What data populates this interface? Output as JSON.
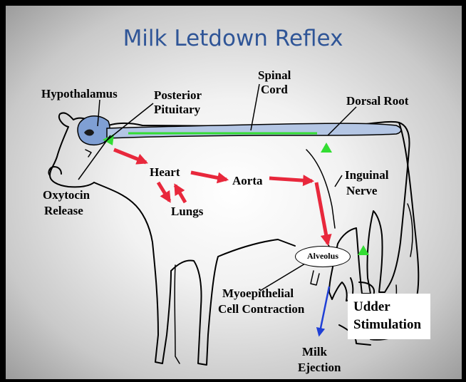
{
  "title": "Milk Letdown Reflex",
  "labels": {
    "hypothalamus": "Hypothalamus",
    "posterior_pituitary_1": "Posterior",
    "posterior_pituitary_2": "Pituitary",
    "spinal_cord_1": "Spinal",
    "spinal_cord_2": "Cord",
    "dorsal_root": "Dorsal Root",
    "heart": "Heart",
    "aorta": "Aorta",
    "lungs": "Lungs",
    "inguinal_nerve_1": "Inguinal",
    "inguinal_nerve_2": "Nerve",
    "oxytocin_release_1": "Oxytocin",
    "oxytocin_release_2": "Release",
    "alveolus": "Alveolus",
    "myoepithelial_1": "Myoepithelial",
    "myoepithelial_2": "Cell Contraction",
    "udder_stimulation_1": "Udder",
    "udder_stimulation_2": "Stimulation",
    "milk_ejection_1": "Milk",
    "milk_ejection_2": "Ejection"
  },
  "colors": {
    "title": "#2f5597",
    "red_arrow": "#e8283c",
    "green_arrow": "#33dd33",
    "blue_arrow": "#1f3fd6",
    "nerve_fill": "#b4c6e4"
  }
}
